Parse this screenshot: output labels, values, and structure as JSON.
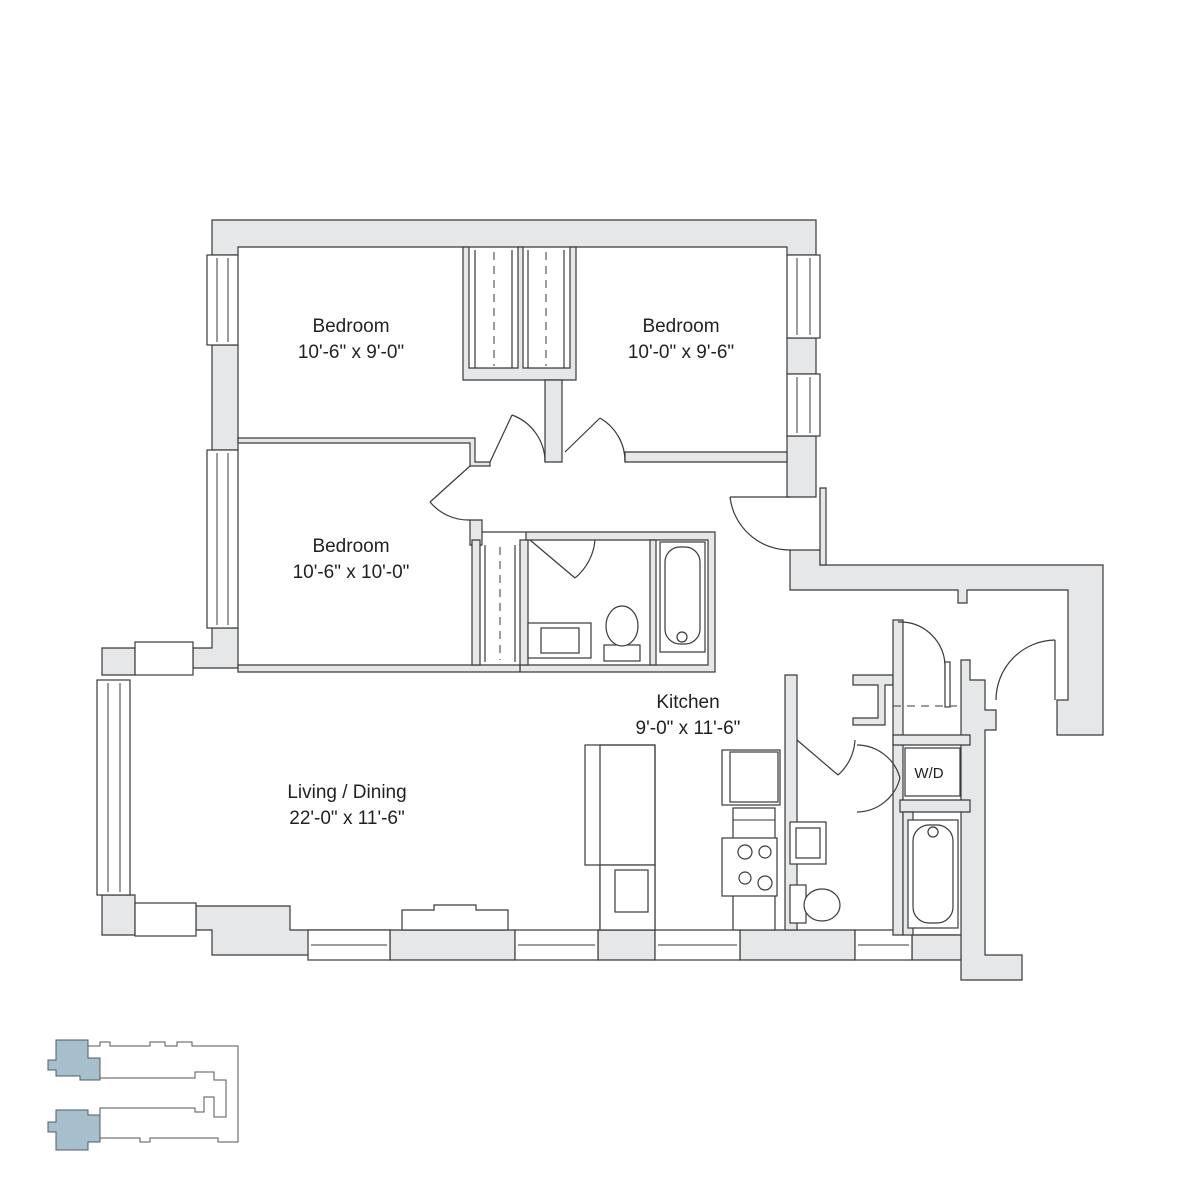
{
  "rooms": {
    "bedroom_1": {
      "name": "Bedroom",
      "size": "10'-6\" x 9'-0\""
    },
    "bedroom_2": {
      "name": "Bedroom",
      "size": "10'-0\" x 9'-6\""
    },
    "bedroom_3": {
      "name": "Bedroom",
      "size": "10'-6\" x 10'-0\""
    },
    "kitchen": {
      "name": "Kitchen",
      "size": "9'-0\" x 11'-6\""
    },
    "living": {
      "name": "Living / Dining",
      "size": "22'-0\" x 11'-6\""
    }
  },
  "fixtures": {
    "washer_dryer": "W/D"
  },
  "colors": {
    "wall_fill": "#e6e7e8",
    "line": "#3a3a3a",
    "key_highlight": "#a7bfcc"
  }
}
